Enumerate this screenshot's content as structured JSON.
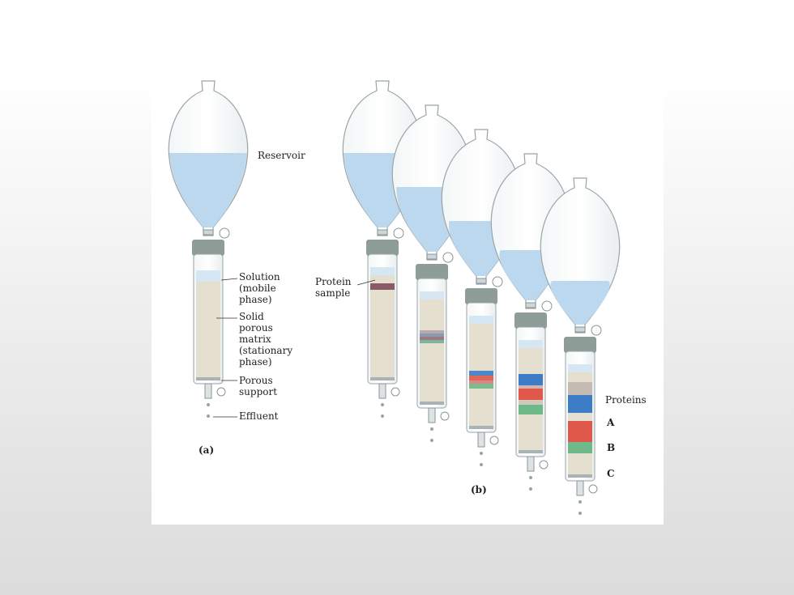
{
  "labels": {
    "reservoir": "Reservoir",
    "solution": [
      "Solution",
      "(mobile",
      "phase)"
    ],
    "matrix": [
      "Solid",
      "porous",
      "matrix",
      "(stationary",
      "phase)"
    ],
    "support": [
      "Porous",
      "support"
    ],
    "effluent": "Effluent",
    "protein_sample": [
      "Protein",
      "sample"
    ],
    "proteins": "Proteins",
    "protein_a": "A",
    "protein_b": "B",
    "protein_c": "C",
    "panel_a": "(a)",
    "panel_b": "(b)"
  },
  "colors": {
    "liquid": "#bcd8ee",
    "matrix": "#e4dfcf",
    "glass_edge": "#9aa3a8",
    "stopper": "#8f9d98",
    "protein_a": "#3d7cc7",
    "protein_b": "#e0584a",
    "protein_c": "#6fb88a",
    "sample": "#8a5a66"
  }
}
